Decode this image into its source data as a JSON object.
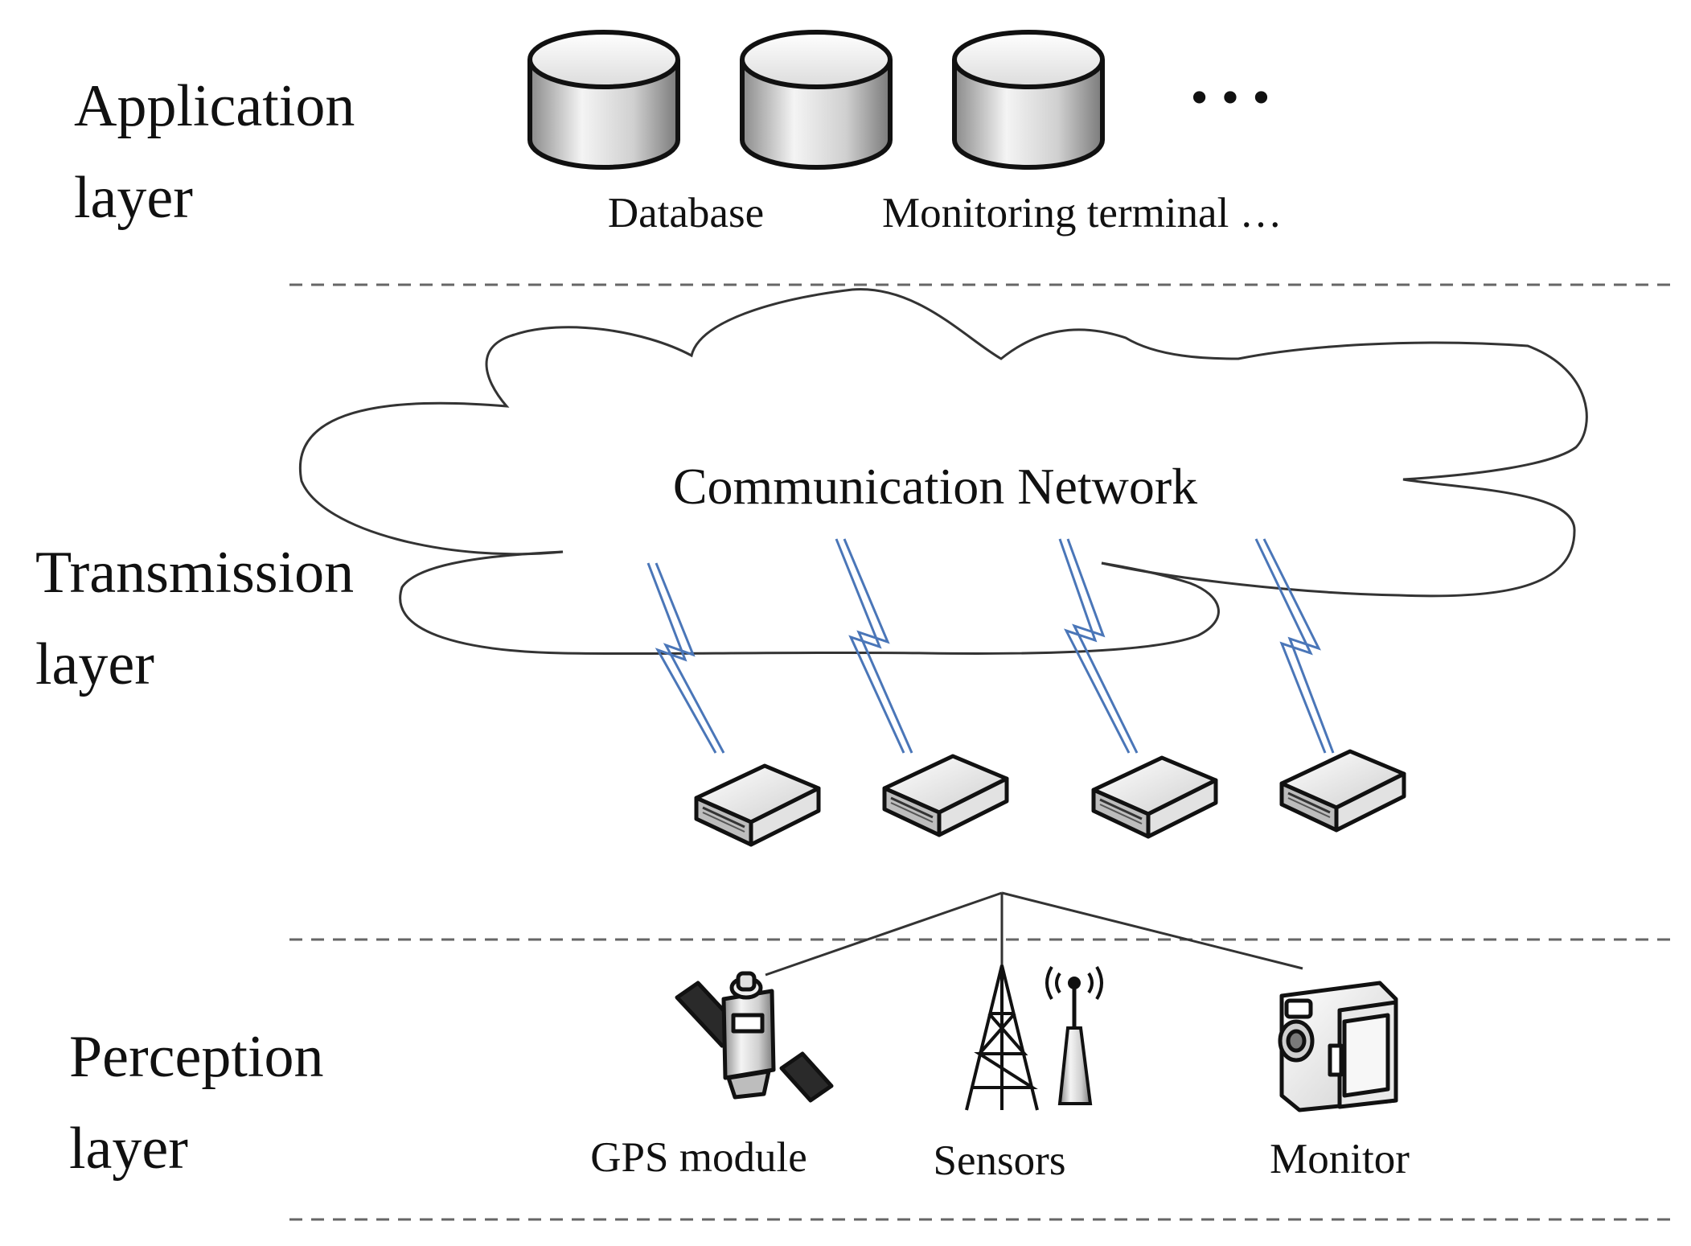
{
  "layers": {
    "application": {
      "line1": "Application",
      "line2": "layer"
    },
    "transmission": {
      "line1": "Transmission",
      "line2": "layer"
    },
    "perception": {
      "line1": "Perception",
      "line2": "layer"
    }
  },
  "application_items": {
    "database_label": "Database",
    "monitoring_label": "Monitoring terminal …",
    "more_dots": "• • •"
  },
  "network": {
    "label": "Communication Network"
  },
  "perception_items": {
    "gps_label": "GPS module",
    "sensors_label": "Sensors",
    "monitor_label": "Monitor"
  },
  "colors": {
    "line": "#333333",
    "lightning": "#4a76b8",
    "dashed": "#666666"
  },
  "icons": {
    "database": "database-cylinder-icon",
    "gateway": "gateway-router-icon",
    "satellite": "satellite-icon",
    "tower": "radio-tower-icon",
    "antenna": "wireless-antenna-icon",
    "camera": "video-camera-icon"
  }
}
